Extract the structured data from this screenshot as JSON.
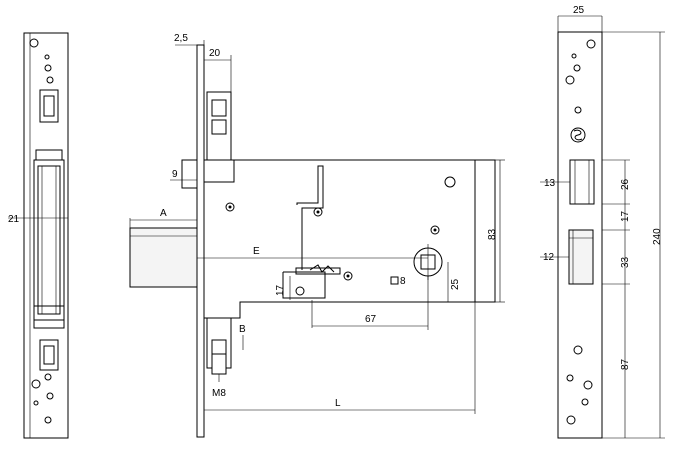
{
  "dimensions": {
    "front_plate_thickness": "2,5",
    "plate_offset": "20",
    "side_depth": "9",
    "left_plate_width": "21",
    "bolt_throw": "A",
    "backset": "E",
    "hub_height": "17",
    "square_spindle": "8",
    "follower_offset": "25",
    "spindle_distance": "67",
    "case_height": "83",
    "mounting_screw": "M8",
    "lock_length": "L",
    "direction_label": "B",
    "right_plate_width": "25",
    "latch_height": "13",
    "latch_offset": "26",
    "gap": "17",
    "bolt_height": "12",
    "bolt_offset": "33",
    "lower_distance": "87",
    "total_height": "240"
  }
}
